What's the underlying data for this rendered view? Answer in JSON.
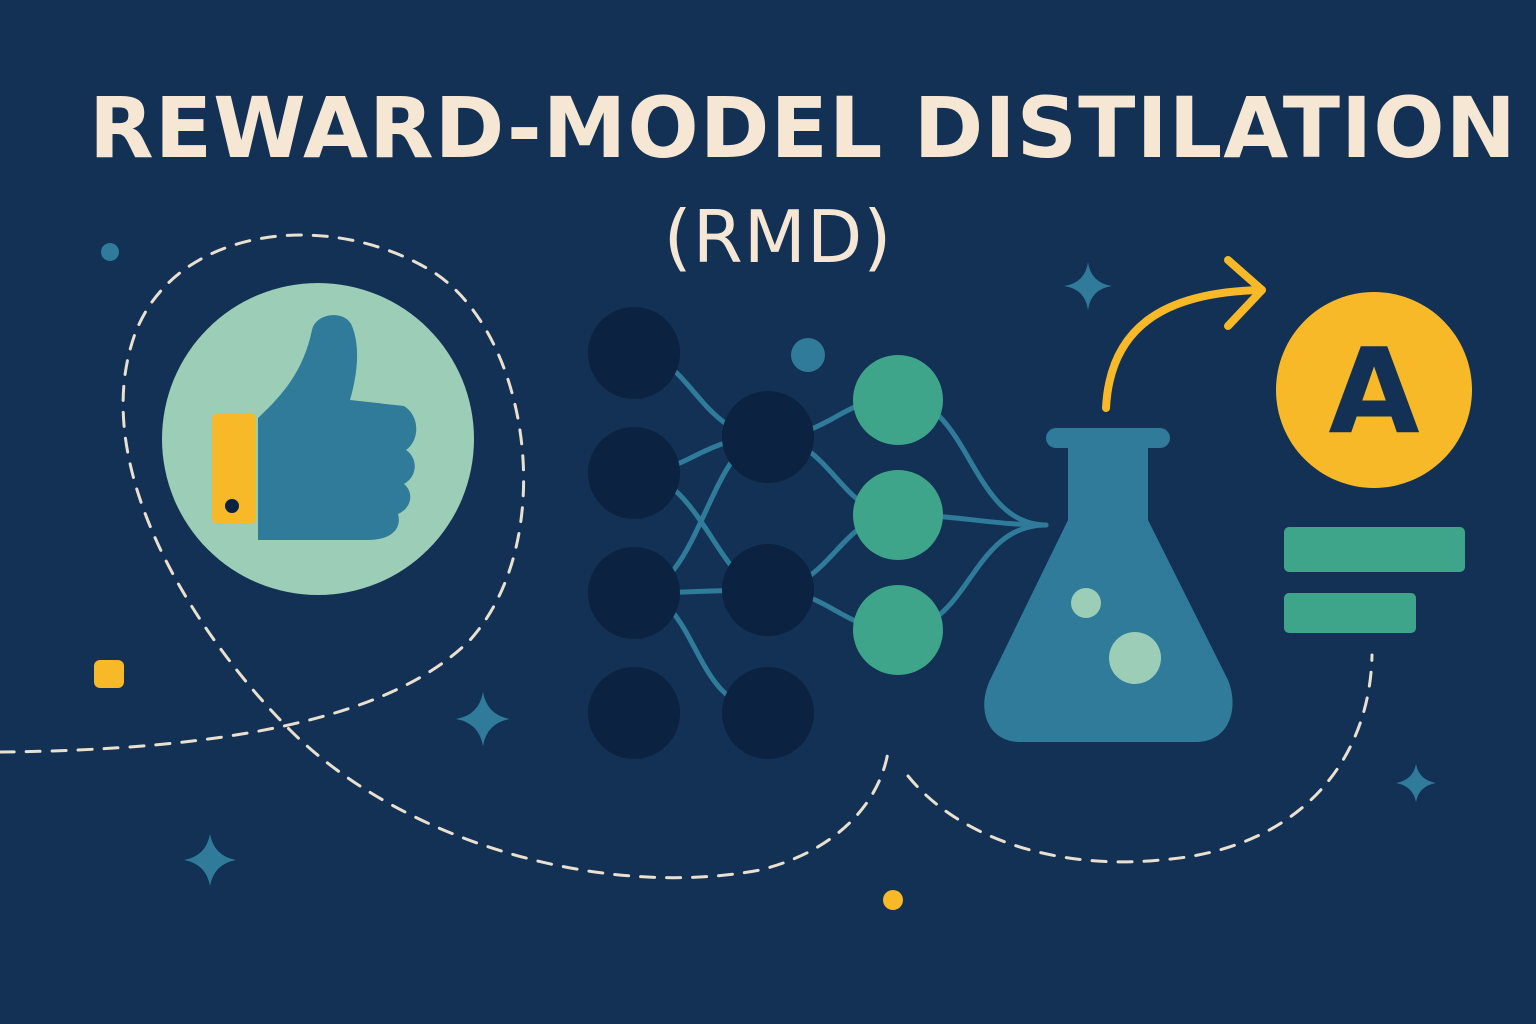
{
  "title": "REWARD-MODEL DISTILATION",
  "subtitle": "(RMD)",
  "grade": "A",
  "icons": [
    "thumbs-up-icon",
    "neural-network-icon",
    "flask-icon",
    "arrow-icon",
    "grade-badge-icon",
    "sparkle-icon"
  ],
  "colors": {
    "background": "#123154",
    "title": "#f6e6d4",
    "accent_yellow": "#f7b928",
    "teal": "#2f7b99",
    "green": "#3fa58a",
    "mint": "#9ccdb7",
    "dark_node": "#0b2240",
    "dashes": "#e9e0cf"
  }
}
